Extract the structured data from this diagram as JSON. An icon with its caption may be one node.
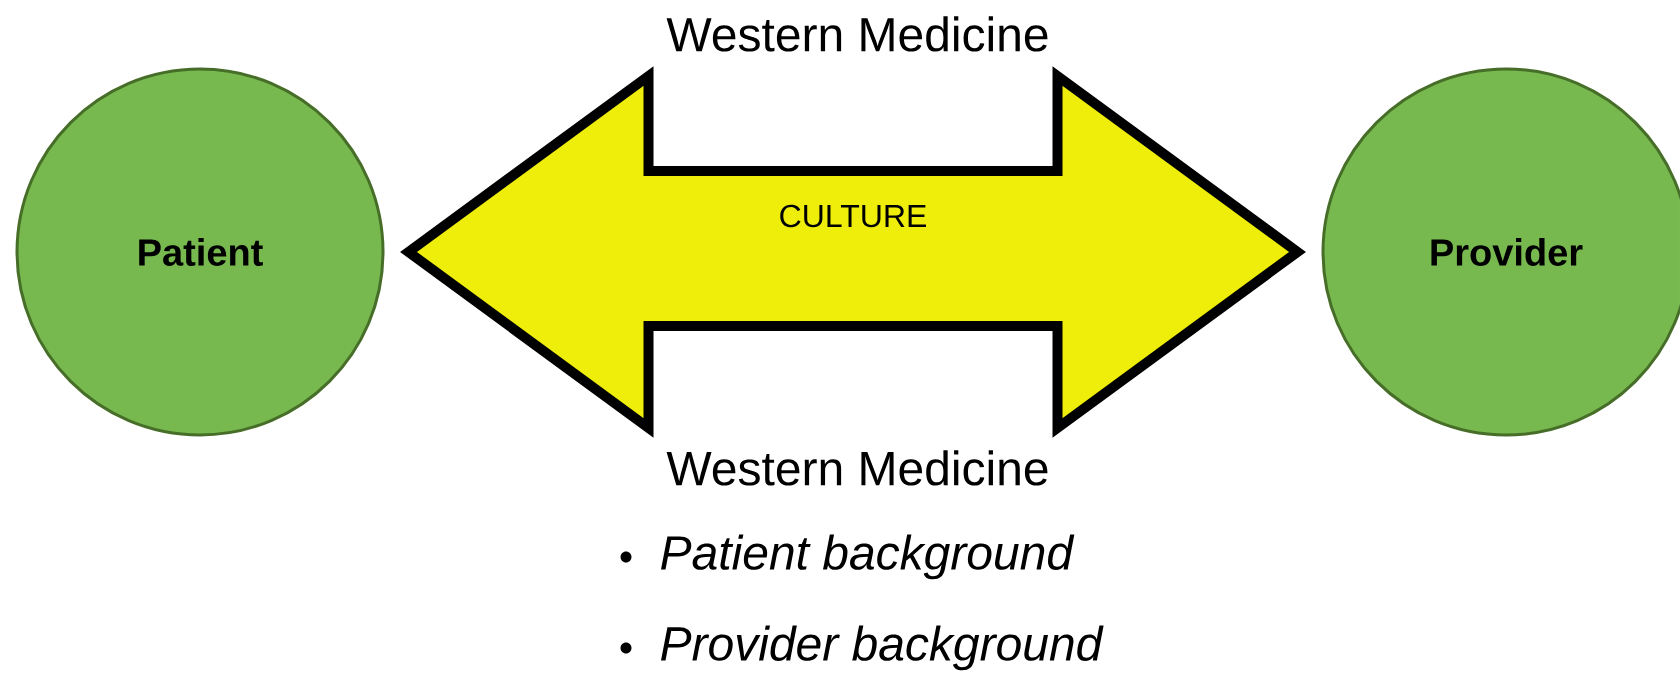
{
  "diagram": {
    "nodes": [
      {
        "text": [
          "Patient"
        ]
      },
      {
        "text": [
          "Provider"
        ]
      }
    ],
    "edges": [
      {
        "from": 0,
        "to": 1,
        "arrow": "both",
        "label": "CULTURE",
        "style": "thick"
      }
    ],
    "labels": [
      "Western Medicine",
      "Western Medicine",
      "Patient background",
      "Provider background"
    ]
  }
}
